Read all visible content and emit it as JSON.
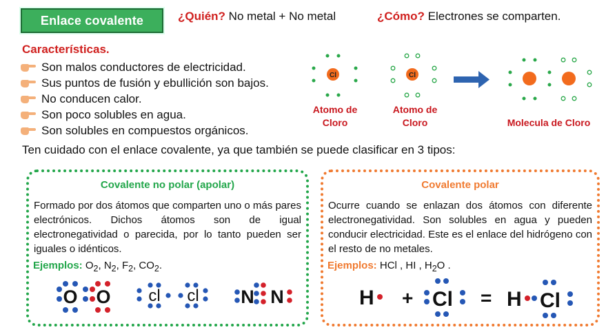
{
  "title": "Enlace covalente",
  "who": {
    "label": "¿Quién?",
    "text": " No metal + No metal"
  },
  "how": {
    "label": "¿Cómo?",
    "text": " Electrones se comparten."
  },
  "characteristics": {
    "title": "Características.",
    "items": [
      "Son malos conductores de electricidad.",
      "Sus puntos de fusión y ebullición son bajos.",
      "No conducen calor.",
      "Son poco solubles en agua.",
      "Son solubles en compuestos orgánicos."
    ]
  },
  "diagram": {
    "atom1_label_line1": "Atomo de",
    "atom1_label_line2": "Cloro",
    "atom2_label_line1": "Atomo de",
    "atom2_label_line2": "Cloro",
    "molecule_label": "Molecula de Cloro",
    "atom_symbol": "Cl",
    "colors": {
      "atom": "#f26b1d",
      "arrow": "#2e64b0",
      "electron_filled": "#2aa84a",
      "label": "#c8161d"
    }
  },
  "intro": "Ten cuidado con el enlace covalente, ya que también se puede clasificar en 3 tipos:",
  "nonpolar": {
    "title": "Covalente no polar (apolar)",
    "text": "Formado por dos átomos que comparten uno o más pares electrónicos. Dichos átomos son de igual electronegatividad o parecida, por lo tanto pueden ser iguales o idénticos.",
    "examples_label": "Ejemplos:",
    "examples": [
      "O",
      "2",
      ", N",
      "2",
      ", F",
      "2",
      ", CO",
      "2",
      "."
    ],
    "lewis": {
      "o_symbol": "O",
      "cl_symbol": "cl",
      "n_symbol": "N"
    }
  },
  "polar": {
    "title": "Covalente polar",
    "text": "Ocurre cuando se enlazan dos átomos con diferente electronegatividad. Son solubles en agua y pueden conducir electricidad. Este es el enlace del hidrógeno con el resto de no metales.",
    "examples_label": "Ejemplos:",
    "examples": [
      " HCl , HI , H",
      "2",
      "O  ."
    ],
    "lewis": {
      "h": "H",
      "plus": "+",
      "cl": "Cl",
      "equals": "="
    }
  },
  "colors": {
    "red": "#d0201e",
    "green": "#22a64a",
    "orange": "#f07a30",
    "dot_blue": "#2557b5",
    "dot_red": "#d4212a"
  }
}
